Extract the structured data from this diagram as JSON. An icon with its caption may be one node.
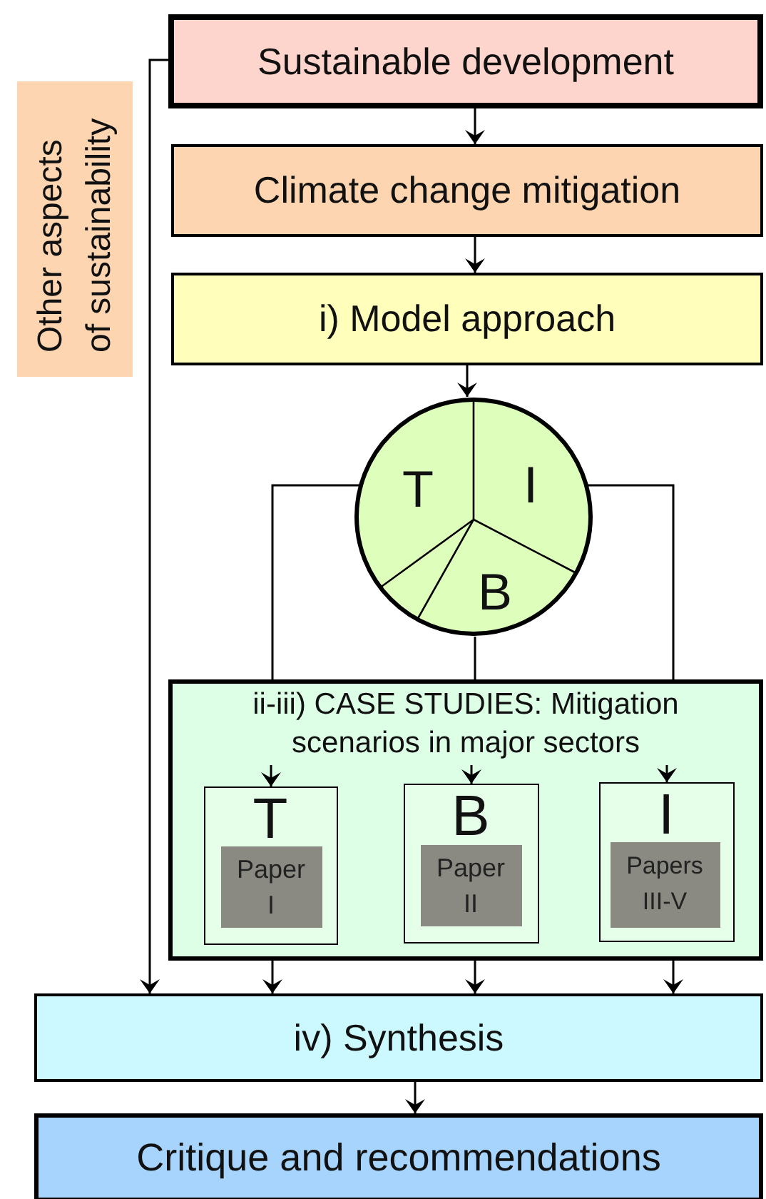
{
  "diagram": {
    "nodes": [
      {
        "text": [
          "Sustainable development"
        ]
      },
      {
        "text": [
          "Climate change mitigation"
        ]
      },
      {
        "text": [
          "i) Model approach"
        ]
      },
      {
        "text": [
          "Other aspects of sustainability"
        ]
      },
      {
        "text": [
          "T",
          "I",
          "B"
        ]
      },
      {
        "text": [
          "ii-iii) CASE STUDIES: Mitigation scenarios in major sectors"
        ]
      },
      {
        "text": [
          "T"
        ],
        "in": 5
      },
      {
        "text": [
          "Paper I"
        ],
        "in": 6
      },
      {
        "text": [
          "B"
        ],
        "in": 5
      },
      {
        "text": [
          "Paper II"
        ],
        "in": 8
      },
      {
        "text": [
          "I"
        ],
        "in": 5
      },
      {
        "text": [
          "Papers III-V"
        ],
        "in": 10
      },
      {
        "text": [
          "iv) Synthesis"
        ]
      },
      {
        "text": [
          "Critique and recommendations"
        ]
      }
    ],
    "edges": [
      {
        "from": 0,
        "to": 1,
        "arrow": "to"
      },
      {
        "from": 1,
        "to": 2,
        "arrow": "to"
      },
      {
        "from": 2,
        "to": 4,
        "arrow": "to"
      },
      {
        "from": 0,
        "to": 12,
        "arrow": "to"
      },
      {
        "from": 4,
        "to": 5,
        "arrow": "none"
      },
      {
        "from": 4,
        "to": 5,
        "arrow": "none"
      },
      {
        "from": 4,
        "to": 5,
        "arrow": "none"
      },
      {
        "from": null,
        "to": 6,
        "arrow": "to"
      },
      {
        "from": null,
        "to": 8,
        "arrow": "to"
      },
      {
        "from": null,
        "to": 10,
        "arrow": "to"
      },
      {
        "from": 5,
        "to": 12,
        "arrow": "to"
      },
      {
        "from": 5,
        "to": 12,
        "arrow": "to"
      },
      {
        "from": 5,
        "to": 12,
        "arrow": "to"
      },
      {
        "from": 12,
        "to": 13,
        "arrow": "to"
      }
    ]
  }
}
